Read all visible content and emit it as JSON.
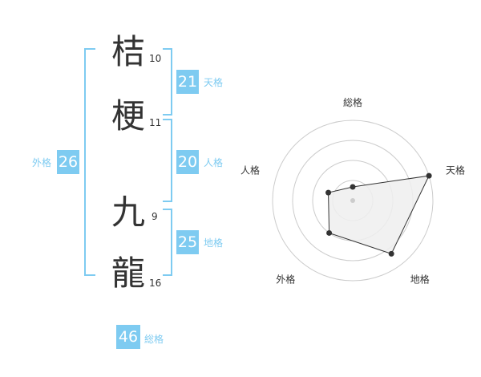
{
  "name": {
    "characters": [
      {
        "char": "桔",
        "strokes": "10"
      },
      {
        "char": "梗",
        "strokes": "11"
      },
      {
        "char": "九",
        "strokes": "9"
      },
      {
        "char": "龍",
        "strokes": "16"
      }
    ]
  },
  "fortune": {
    "tenkaku": {
      "value": "21",
      "label": "天格"
    },
    "jinkaku": {
      "value": "20",
      "label": "人格"
    },
    "chikaku": {
      "value": "25",
      "label": "地格"
    },
    "gaikaku": {
      "value": "26",
      "label": "外格"
    },
    "soukaku": {
      "value": "46",
      "label": "総格"
    }
  },
  "chart_data": {
    "type": "radar",
    "axes": [
      "総格",
      "天格",
      "地格",
      "外格",
      "人格"
    ],
    "values": [
      0.17,
      1.0,
      0.82,
      0.5,
      0.32
    ],
    "rings": 4,
    "colors": {
      "accent": "#7ecbf1",
      "fill": "#eeeeee",
      "line": "#333333",
      "ring": "#cccccc"
    }
  }
}
